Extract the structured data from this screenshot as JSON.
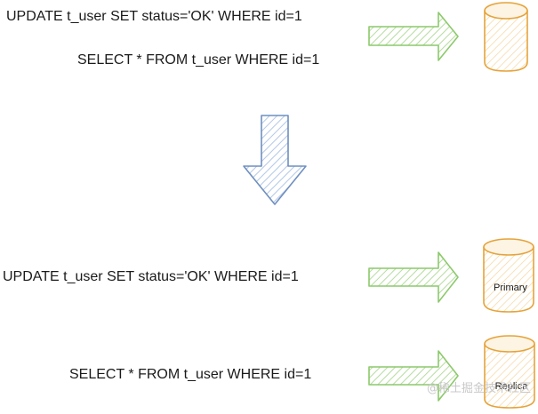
{
  "top": {
    "update_sql": "UPDATE t_user SET status='OK' WHERE id=1",
    "select_sql": "SELECT * FROM t_user WHERE id=1"
  },
  "bottom": {
    "update_sql": "UPDATE t_user SET status='OK' WHERE id=1",
    "select_sql": "SELECT * FROM t_user WHERE id=1",
    "primary_label": "Primary",
    "replica_label": "Replica"
  },
  "watermark": "@稀土掘金技术社区",
  "colors": {
    "arrow_green": "#8cc96b",
    "arrow_green_fill": "#cfe9bf",
    "arrow_blue": "#6f8fc0",
    "arrow_blue_fill": "#c9d9ee",
    "db_orange": "#e5a33a",
    "db_orange_fill": "#fbe8c7",
    "text": "#1a1a1a"
  }
}
